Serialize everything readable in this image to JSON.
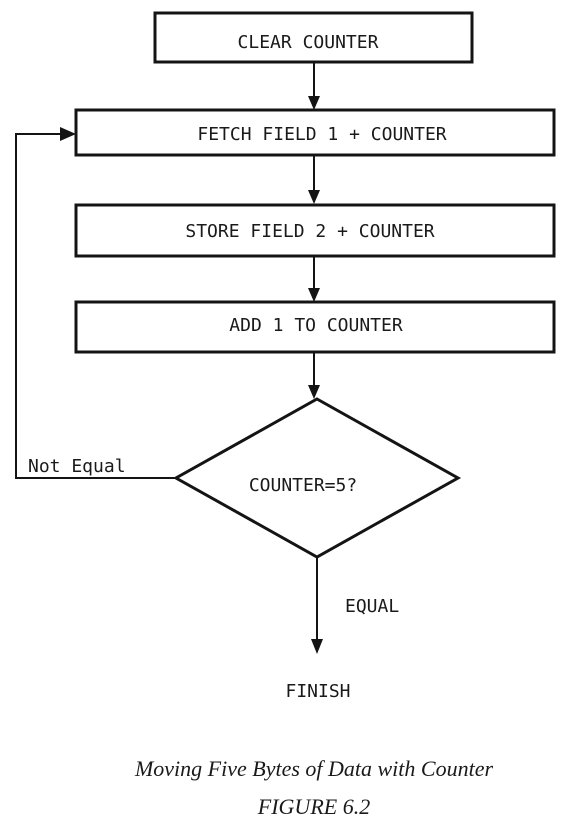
{
  "flowchart": {
    "steps": [
      "CLEAR COUNTER",
      "FETCH FIELD 1 + COUNTER",
      "STORE FIELD 2 + COUNTER",
      "ADD 1 TO COUNTER"
    ],
    "decision": "COUNTER=5?",
    "loop_label": "Not Equal",
    "exit_label": "EQUAL",
    "end_label": "FINISH"
  },
  "caption": {
    "title": "Moving Five Bytes of Data with Counter",
    "figure": "FIGURE 6.2"
  },
  "colors": {
    "ink": "#141414",
    "paper": "#ffffff"
  }
}
